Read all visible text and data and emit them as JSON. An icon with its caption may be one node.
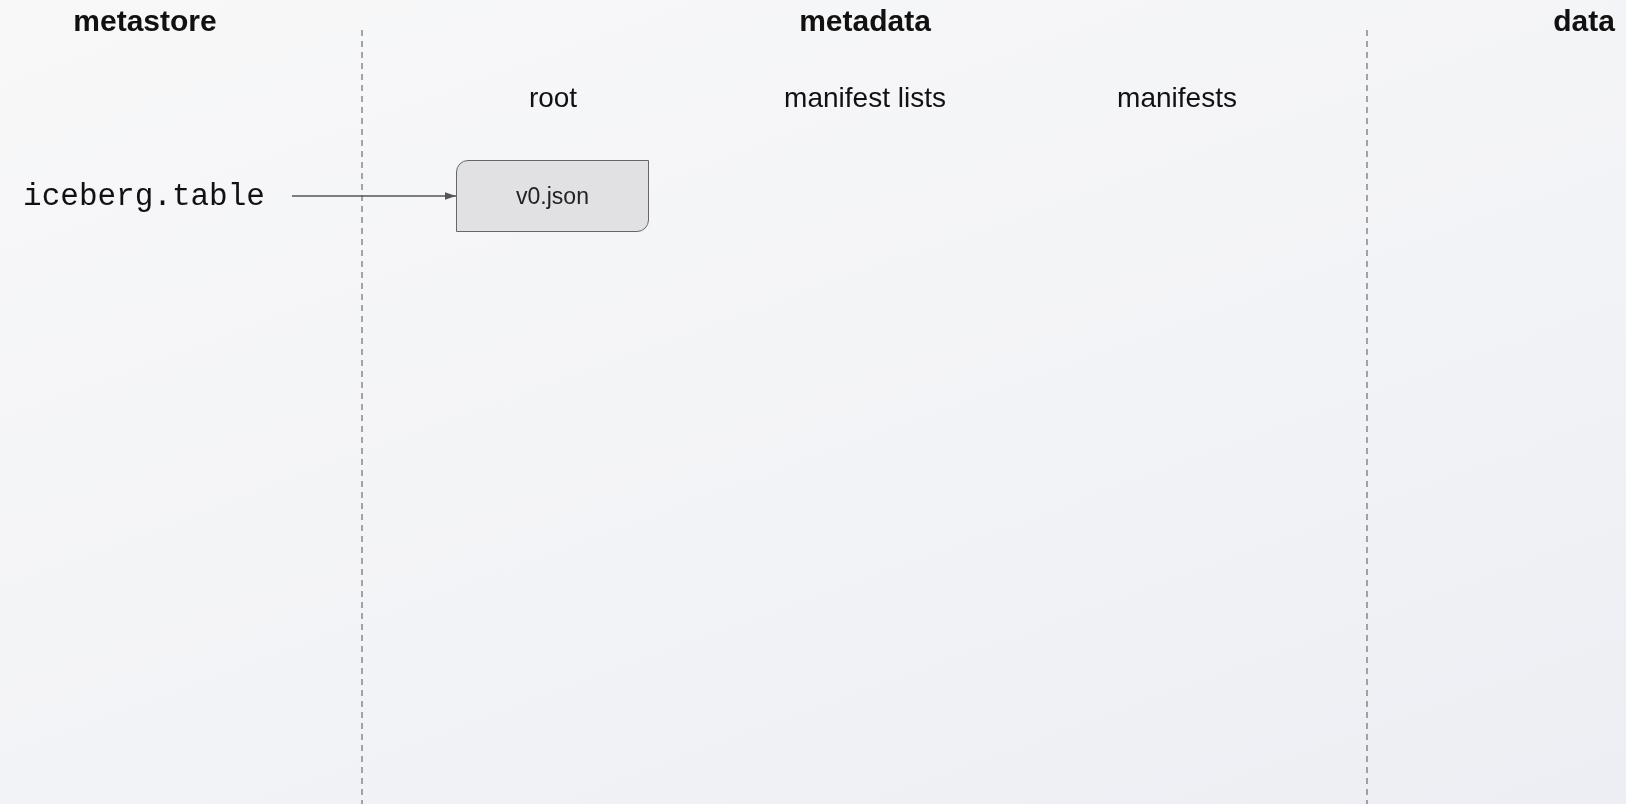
{
  "diagram": {
    "nodes": [
      {
        "text": [
          "iceberg.table"
        ]
      },
      {
        "text": [
          "v0.json"
        ]
      }
    ],
    "edges": [
      {
        "from": 0,
        "to": 1,
        "arrow": "to"
      }
    ],
    "labels": [
      "metastore",
      "metadata",
      "data",
      "root",
      "manifest lists",
      "manifests"
    ]
  }
}
